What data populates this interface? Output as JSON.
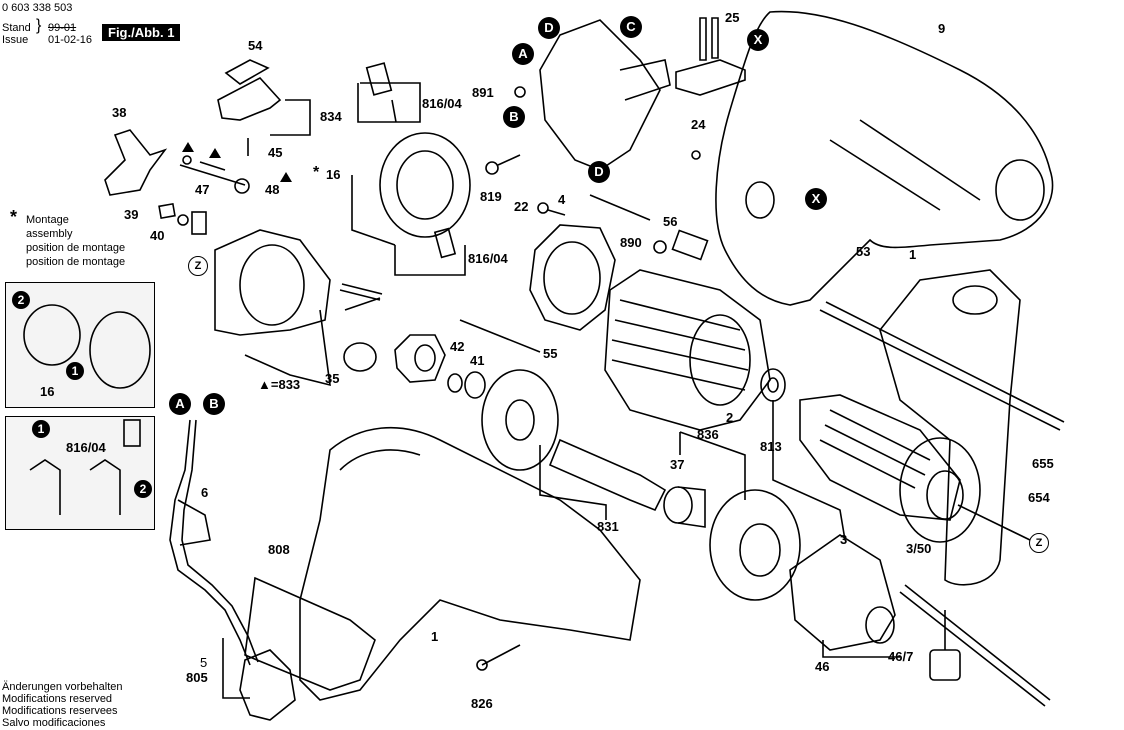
{
  "header": {
    "part_number": "0 603 338 503",
    "stand_label": "Stand",
    "stand_value_struck": "99-01",
    "issue_label": "Issue",
    "issue_value": "01-02-16",
    "figure_label": "Fig./Abb. 1"
  },
  "legend": {
    "symbol": "*",
    "lines": [
      "Montage",
      "assembly",
      "position de montage",
      "position de montage"
    ]
  },
  "footer": {
    "lines": [
      "Änderungen vorbehalten",
      "Modifications reserved",
      "Modifications reservees",
      "Salvo modificaciones"
    ]
  },
  "callouts": {
    "A": "A",
    "B": "B",
    "C": "C",
    "D": "D",
    "X": "X",
    "Z": "Z"
  },
  "inset_steps": {
    "one": "1",
    "two": "2"
  },
  "parts": {
    "p54": "54",
    "p834": "834",
    "p45": "45",
    "p38": "38",
    "p47": "47",
    "p48": "48",
    "p39": "39",
    "p40": "40",
    "p16star": "16",
    "p816_04_top": "816/04",
    "p816_04_mid": "816/04",
    "p891": "891",
    "p819": "819",
    "p4": "4",
    "p22": "22",
    "p56": "56",
    "p890": "890",
    "p25": "25",
    "p9": "9",
    "p24": "24",
    "p53": "53",
    "p1_top": "1",
    "p833": "▲=833",
    "p35": "35",
    "p42": "42",
    "p41": "41",
    "p55": "55",
    "p2": "2",
    "p813": "813",
    "p836": "836",
    "p37": "37",
    "p831": "831",
    "p3": "3",
    "p3_50": "3/50",
    "p655": "655",
    "p654": "654",
    "p46": "46",
    "p46_7": "46/7",
    "p6": "6",
    "p808": "808",
    "p5": "5",
    "p805": "805",
    "p1_bottom": "1",
    "p826": "826",
    "p16_inset": "16",
    "p816_04_inset": "816/04"
  }
}
